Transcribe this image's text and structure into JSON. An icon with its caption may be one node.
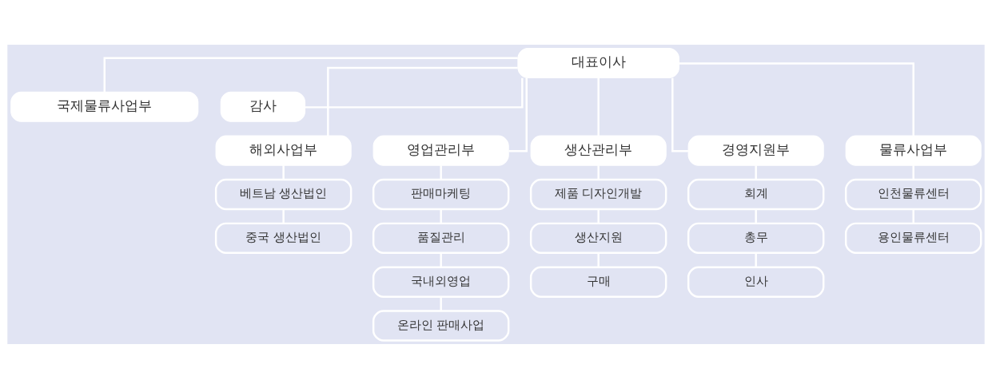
{
  "diagram": {
    "nodes": [
      {
        "text": [
          "대표이사"
        ]
      },
      {
        "text": [
          "국제물류사업부"
        ]
      },
      {
        "text": [
          "감사"
        ]
      },
      {
        "text": [
          "해외사업부"
        ]
      },
      {
        "text": [
          "베트남 생산법인"
        ]
      },
      {
        "text": [
          "중국 생산법인"
        ]
      },
      {
        "text": [
          "영업관리부"
        ]
      },
      {
        "text": [
          "판매마케팅"
        ]
      },
      {
        "text": [
          "품질관리"
        ]
      },
      {
        "text": [
          "국내외영업"
        ]
      },
      {
        "text": [
          "온라인 판매사업"
        ]
      },
      {
        "text": [
          "생산관리부"
        ]
      },
      {
        "text": [
          "제품 디자인개발"
        ]
      },
      {
        "text": [
          "생산지원"
        ]
      },
      {
        "text": [
          "구매"
        ]
      },
      {
        "text": [
          "경영지원부"
        ]
      },
      {
        "text": [
          "회계"
        ]
      },
      {
        "text": [
          "총무"
        ]
      },
      {
        "text": [
          "인사"
        ]
      },
      {
        "text": [
          "물류사업부"
        ]
      },
      {
        "text": [
          "인천물류센터"
        ]
      },
      {
        "text": [
          "용인물류센터"
        ]
      }
    ],
    "edges": [
      {
        "from": 0,
        "to": 1,
        "arrow": "none"
      },
      {
        "from": 0,
        "to": 2,
        "arrow": "none"
      },
      {
        "from": 0,
        "to": 3,
        "arrow": "none"
      },
      {
        "from": 0,
        "to": 6,
        "arrow": "none"
      },
      {
        "from": 0,
        "to": 11,
        "arrow": "none"
      },
      {
        "from": 0,
        "to": 15,
        "arrow": "none"
      },
      {
        "from": 0,
        "to": 19,
        "arrow": "none"
      },
      {
        "from": 3,
        "to": 4,
        "arrow": "none"
      },
      {
        "from": 4,
        "to": 5,
        "arrow": "none"
      },
      {
        "from": 6,
        "to": 7,
        "arrow": "none"
      },
      {
        "from": 7,
        "to": 8,
        "arrow": "none"
      },
      {
        "from": 8,
        "to": 9,
        "arrow": "none"
      },
      {
        "from": 9,
        "to": 10,
        "arrow": "none"
      },
      {
        "from": 11,
        "to": 12,
        "arrow": "none"
      },
      {
        "from": 12,
        "to": 13,
        "arrow": "none"
      },
      {
        "from": 13,
        "to": 14,
        "arrow": "none"
      },
      {
        "from": 15,
        "to": 16,
        "arrow": "none"
      },
      {
        "from": 16,
        "to": 17,
        "arrow": "none"
      },
      {
        "from": 17,
        "to": 18,
        "arrow": "none"
      },
      {
        "from": 19,
        "to": 20,
        "arrow": "none"
      },
      {
        "from": 20,
        "to": 21,
        "arrow": "none"
      }
    ]
  }
}
